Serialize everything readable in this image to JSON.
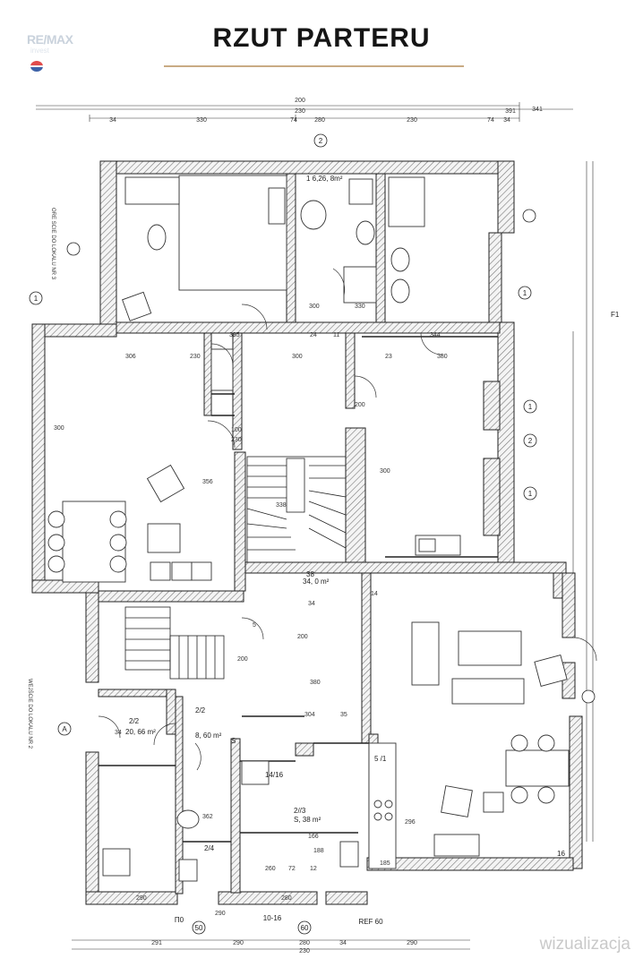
{
  "header": {
    "title": "RZUT PARTERU",
    "logo_text": "RE/MAX",
    "logo_sub": "invest"
  },
  "watermark": "wizualizacja",
  "top_dims": [
    "200",
    "230",
    "391",
    "341",
    "34",
    "330",
    "74",
    "280",
    "230",
    "74",
    "34"
  ],
  "bottom_dims": [
    "291",
    "290",
    "280",
    "34",
    "290",
    "230"
  ],
  "bottom_labels": [
    "П0",
    "10-16",
    "REF 60",
    "50",
    "60"
  ],
  "side_text_left_top": "ORE SCIE DO LOKALU NR 3",
  "side_text_left_bottom": "WEJŚCIE DO LOKALU NR 2",
  "room_labels": [
    {
      "id": "r_top",
      "text": "1  6,26, 8m²"
    },
    {
      "id": "r_22a",
      "text": "2/2"
    },
    {
      "id": "r_22b",
      "text": "2/2"
    },
    {
      "id": "r_22area",
      "text": "8, 60 m²"
    },
    {
      "id": "r_2006",
      "text": "20, 66 m²"
    },
    {
      "id": "r_1416",
      "text": "14/16"
    },
    {
      "id": "r_23",
      "text": "2//3"
    },
    {
      "id": "r_23area",
      "text": "S, 38 m²"
    },
    {
      "id": "r_24",
      "text": "2/4"
    },
    {
      "id": "r_51",
      "text": "5 /1"
    },
    {
      "id": "r_stairs",
      "text": "34, 0 m²"
    },
    {
      "id": "r_stair_n",
      "text": "38"
    },
    {
      "id": "r_F1",
      "text": "F1"
    },
    {
      "id": "r_16",
      "text": "16"
    },
    {
      "id": "r_S",
      "text": "S"
    }
  ],
  "circle_marks": [
    "2",
    "1",
    "1",
    "1",
    "2",
    "1",
    "A",
    "50",
    "60"
  ],
  "inner_dims": [
    "300",
    "330",
    "306",
    "230",
    "385",
    "300",
    "344",
    "380",
    "300",
    "200",
    "100",
    "230",
    "338",
    "356",
    "300",
    "200",
    "200",
    "14",
    "34",
    "304",
    "35",
    "380",
    "362",
    "260",
    "72",
    "12",
    "188",
    "166",
    "185",
    "290",
    "296",
    "290",
    "280",
    "5",
    "24",
    "11",
    "23",
    "34"
  ]
}
